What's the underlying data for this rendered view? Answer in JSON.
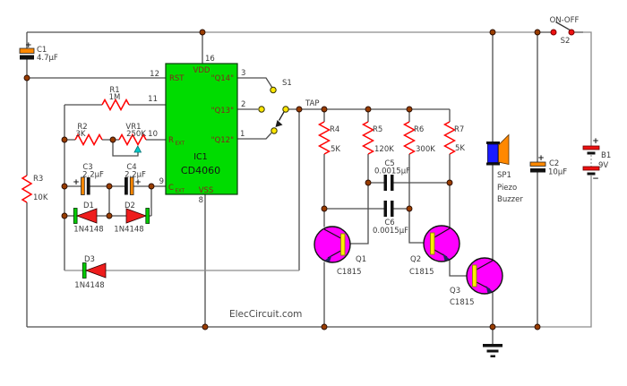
{
  "watermark": "ElecCircuit.com",
  "net_labels": {
    "tap": "TAP"
  },
  "symbols": {
    "plus": "+",
    "minus": "−"
  },
  "ic": {
    "ref": "IC1",
    "part": "CD4060",
    "labels": {
      "vdd": "VDD",
      "vss": "VSS",
      "rst": "RST",
      "r": "R",
      "c": "C",
      "ext": "EXT",
      "q14": "\"Q14\"",
      "q13": "\"Q13\"",
      "q12": "\"Q12\""
    },
    "pins": {
      "n1": "1",
      "n2": "2",
      "n3": "3",
      "n8": "8",
      "n9": "9",
      "n10": "10",
      "n11": "11",
      "n12": "12",
      "n16": "16"
    }
  },
  "parts": {
    "c1": {
      "ref": "C1",
      "value": "4.7µF"
    },
    "c2": {
      "ref": "C2",
      "value": "10µF"
    },
    "c3": {
      "ref": "C3",
      "value": "2.2µF"
    },
    "c4": {
      "ref": "C4",
      "value": "2.2µF"
    },
    "c5": {
      "ref": "C5",
      "value": "0.0015µF"
    },
    "c6": {
      "ref": "C6",
      "value": "0.0015µF"
    },
    "r1": {
      "ref": "R1",
      "value": "1M"
    },
    "r2": {
      "ref": "R2",
      "value": "3K"
    },
    "r3": {
      "ref": "R3",
      "value": "10K"
    },
    "r4": {
      "ref": "R4",
      "value": "5K"
    },
    "r5": {
      "ref": "R5",
      "value": "120K"
    },
    "r6": {
      "ref": "R6",
      "value": "300K"
    },
    "r7": {
      "ref": "R7",
      "value": "5K"
    },
    "vr1": {
      "ref": "VR1",
      "value": "250K"
    },
    "d1": {
      "ref": "D1",
      "value": "1N4148"
    },
    "d2": {
      "ref": "D2",
      "value": "1N4148"
    },
    "d3": {
      "ref": "D3",
      "value": "1N4148"
    },
    "q1": {
      "ref": "Q1",
      "value": "C1815"
    },
    "q2": {
      "ref": "Q2",
      "value": "C1815"
    },
    "q3": {
      "ref": "Q3",
      "value": "C1815"
    },
    "sp1": {
      "ref": "SP1",
      "line1": "Piezo",
      "line2": "Buzzer"
    },
    "b1": {
      "ref": "B1",
      "value": "9V"
    },
    "s1": {
      "ref": "S1"
    },
    "s2": {
      "ref": "S2",
      "label": "ON-OFF"
    }
  },
  "colors": {
    "ic_body": "#00dc00",
    "resistor": "#ff0000",
    "transistor_body": "#ff00ff",
    "transistor_base_bar": "#ffee00",
    "diode_body": "#ee1c1c",
    "diode_cathode": "#00cc00",
    "cap_positive_plate": "#ff8800",
    "buzzer_body": "#1a1aff",
    "buzzer_cone": "#ff8800",
    "battery_cell": "#ee1111",
    "junction_dot": "#993d00",
    "switch_contact_s1": "#ffe600",
    "switch_contact_s2": "#ee1111",
    "wiper": "#00cccc",
    "wire": "#4d4d4d",
    "wire_secondary": "#8c8c8c"
  }
}
